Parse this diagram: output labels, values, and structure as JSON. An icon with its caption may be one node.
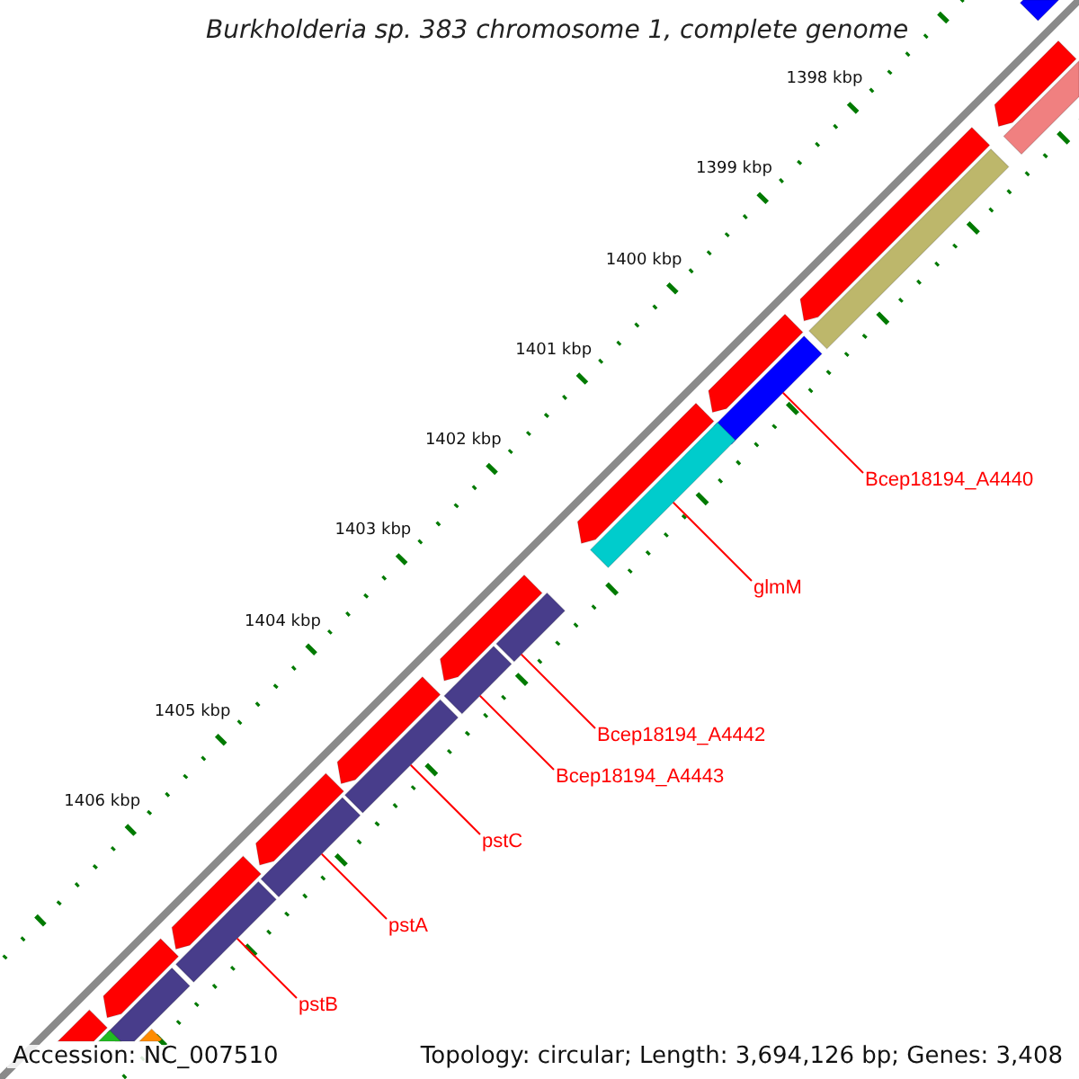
{
  "diagram": {
    "title": "Burkholderia sp. 383 chromosome 1, complete genome",
    "nodes": [
      {
        "text": [
          "Bcep18194_A4440"
        ]
      },
      {
        "text": [
          "glmM"
        ]
      },
      {
        "text": [
          "Bcep18194_A4442"
        ]
      },
      {
        "text": [
          "Bcep18194_A4443"
        ]
      },
      {
        "text": [
          "pstC"
        ]
      },
      {
        "text": [
          "pstA"
        ]
      },
      {
        "text": [
          "pstB"
        ]
      },
      {
        "text": [],
        "shape": "bar"
      },
      {
        "text": [],
        "shape": "bar"
      },
      {
        "text": [],
        "shape": "bar"
      },
      {
        "text": [],
        "shape": "bar"
      },
      {
        "text": [],
        "shape": "bar"
      },
      {
        "text": [],
        "shape": "bar"
      },
      {
        "text": [],
        "shape": "bar"
      },
      {
        "text": [],
        "shape": "bar"
      },
      {
        "text": [],
        "shape": "bar"
      },
      {
        "text": [],
        "shape": "bar"
      },
      {
        "text": [],
        "shape": "bar"
      },
      {
        "text": [],
        "shape": "bar"
      },
      {
        "text": [],
        "shape": "bar"
      },
      {
        "text": [],
        "shape": "bar"
      },
      {
        "text": [],
        "shape": "bar"
      },
      {
        "text": [],
        "shape": "bar"
      },
      {
        "text": [],
        "shape": "bar"
      },
      {
        "text": [],
        "shape": "bar"
      },
      {
        "text": [],
        "shape": "bar"
      },
      {
        "text": [],
        "shape": "bar"
      },
      {
        "text": [],
        "shape": "bar"
      },
      {
        "text": [],
        "shape": "bar"
      },
      {
        "text": [],
        "shape": "bar"
      }
    ],
    "edges": [
      {
        "from": 0,
        "to": 13,
        "arrow": "none"
      },
      {
        "from": 1,
        "to": 15,
        "arrow": "none"
      },
      {
        "from": 2,
        "to": 17,
        "arrow": "none"
      },
      {
        "from": 3,
        "to": 18,
        "arrow": "none"
      },
      {
        "from": 4,
        "to": 20,
        "arrow": "none"
      },
      {
        "from": 5,
        "to": 22,
        "arrow": "none"
      },
      {
        "from": 6,
        "to": 24,
        "arrow": "none"
      }
    ],
    "labels": [
      "1398 kbp",
      "1399 kbp",
      "1400 kbp",
      "1401 kbp",
      "1402 kbp",
      "1403 kbp",
      "1404 kbp",
      "1405 kbp",
      "1406 kbp",
      "Accession: NC_007510",
      "Topology: circular; Length: 3,694,126 bp; Genes: 3,408"
    ]
  }
}
